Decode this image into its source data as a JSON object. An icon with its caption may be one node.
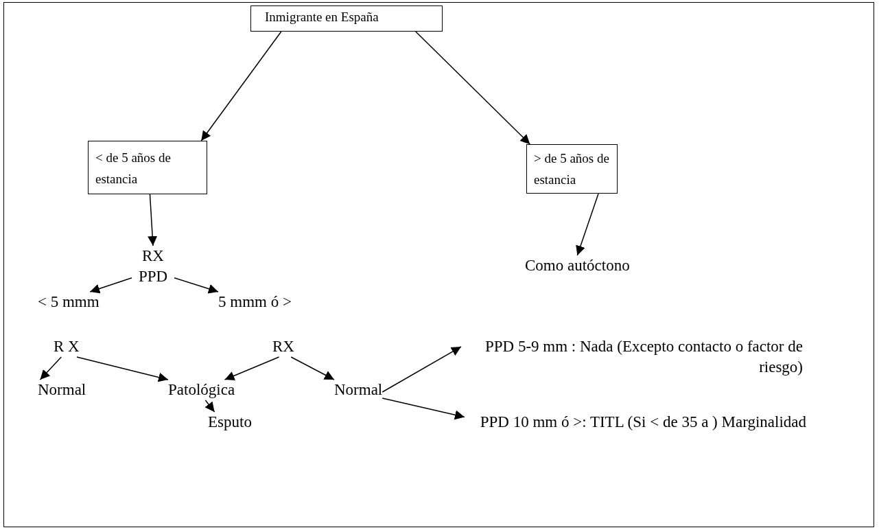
{
  "diagram": {
    "nodes": [
      {
        "text": [
          "Inmigrante en España"
        ]
      },
      {
        "text": [
          "< de  5 años de estancia"
        ]
      },
      {
        "text": [
          "> de 5 años de estancia"
        ]
      },
      {
        "text": [
          "RX PPD"
        ]
      },
      {
        "text": [
          "< 5 mmm"
        ]
      },
      {
        "text": [
          "5 mmm ó >"
        ]
      },
      {
        "text": [
          "Como autóctono"
        ]
      },
      {
        "text": [
          "R X"
        ]
      },
      {
        "text": [
          "RX"
        ]
      },
      {
        "text": [
          "Normal"
        ]
      },
      {
        "text": [
          "Patológica"
        ]
      },
      {
        "text": [
          "Normal"
        ]
      },
      {
        "text": [
          "Esputo"
        ]
      },
      {
        "text": [
          "PPD 5-9 mm : Nada (Excepto contacto o factor de riesgo)"
        ]
      },
      {
        "text": [
          "PPD 10 mm ó >: TITL (Si < de 35 a ) Marginalidad"
        ]
      }
    ],
    "edges": [
      {
        "from": 0,
        "to": 1,
        "arrow": "to"
      },
      {
        "from": 0,
        "to": 2,
        "arrow": "to"
      },
      {
        "from": 1,
        "to": 3,
        "arrow": "to"
      },
      {
        "from": 2,
        "to": 6,
        "arrow": "to"
      },
      {
        "from": 3,
        "to": 4,
        "arrow": "to"
      },
      {
        "from": 3,
        "to": 5,
        "arrow": "to"
      },
      {
        "from": 7,
        "to": 9,
        "arrow": "to"
      },
      {
        "from": 7,
        "to": 10,
        "arrow": "to"
      },
      {
        "from": 8,
        "to": 10,
        "arrow": "to"
      },
      {
        "from": 8,
        "to": 11,
        "arrow": "to"
      },
      {
        "from": 10,
        "to": 12,
        "arrow": "to"
      },
      {
        "from": 11,
        "to": 13,
        "arrow": "to"
      },
      {
        "from": 11,
        "to": 14,
        "arrow": "to"
      }
    ]
  }
}
